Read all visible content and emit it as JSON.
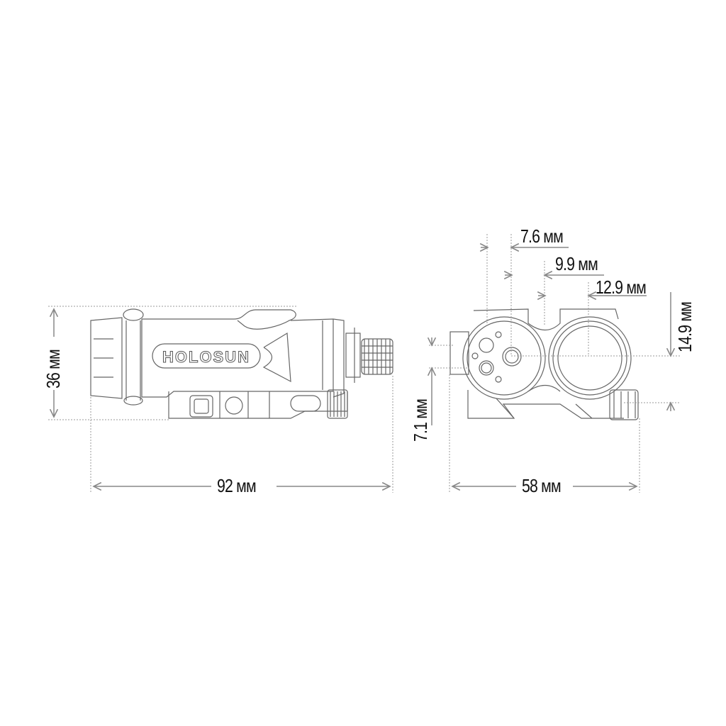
{
  "diagram": {
    "brand_logo": "HOLOSUN",
    "line_color": "#555555",
    "dim_line_color": "#888888",
    "side_view": {
      "height_label": "36 мм",
      "length_label": "92 мм"
    },
    "front_view": {
      "offset_1_label": "7.6 мм",
      "offset_2_label": "9.9 мм",
      "offset_3_label": "12.9 мм",
      "right_height_label": "14.9 мм",
      "left_height_label": "7.1 мм",
      "width_label": "58 мм"
    }
  }
}
